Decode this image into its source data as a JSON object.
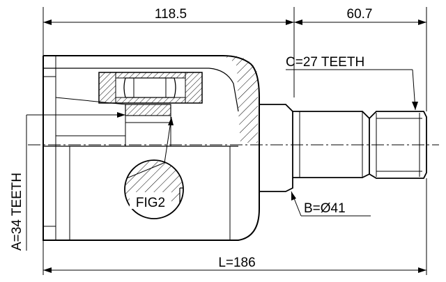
{
  "dimensions": {
    "top_left": "118.5",
    "top_right": "60.7",
    "overall": "L=186",
    "spline_a": "A=34 TEETH",
    "spline_c": "C=27 TEETH",
    "diameter_b": "B=Ø41"
  },
  "detail_callout": "FIG2",
  "colors": {
    "line": "#000000",
    "background": "#ffffff"
  }
}
